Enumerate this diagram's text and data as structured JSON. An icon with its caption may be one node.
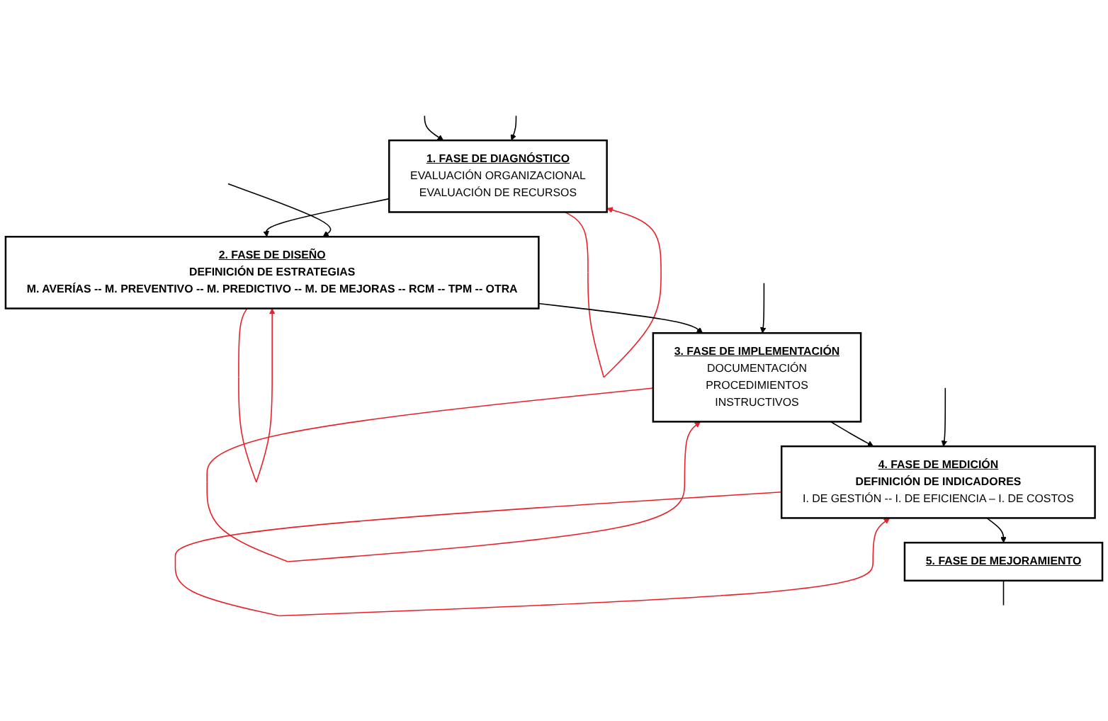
{
  "diagram": {
    "nodes": [
      {
        "text": [
          "1. FASE DE DIAGNÓSTICO",
          "EVALUACIÓN ORGANIZACIONAL",
          "EVALUACIÓN DE RECURSOS"
        ]
      },
      {
        "text": [
          "2. FASE DE DISEÑO",
          "DEFINICIÓN DE ESTRATEGIAS",
          "M. AVERÍAS -- M. PREVENTIVO -- M. PREDICTIVO -- M. DE MEJORAS -- RCM -- TPM -- OTRA"
        ]
      },
      {
        "text": [
          "3. FASE DE IMPLEMENTACIÓN",
          "DOCUMENTACIÓN",
          "PROCEDIMIENTOS",
          "INSTRUCTIVOS"
        ]
      },
      {
        "text": [
          "4. FASE DE MEDICIÓN",
          "DEFINICIÓN DE INDICADORES",
          "I. DE GESTIÓN -- I. DE EFICIENCIA – I. DE COSTOS"
        ]
      },
      {
        "text": [
          "5. FASE DE MEJORAMIENTO"
        ]
      }
    ],
    "edges": [
      {
        "from": null,
        "to": 0,
        "arrow": "to"
      },
      {
        "from": null,
        "to": 0,
        "arrow": "to"
      },
      {
        "from": 0,
        "to": 0,
        "arrow": "to",
        "color": "#e8202a"
      },
      {
        "from": 0,
        "to": 1,
        "arrow": "to"
      },
      {
        "from": null,
        "to": 1,
        "arrow": "to"
      },
      {
        "from": 1,
        "to": 1,
        "arrow": "to",
        "color": "#e8202a"
      },
      {
        "from": 1,
        "to": 2,
        "arrow": "to"
      },
      {
        "from": null,
        "to": 2,
        "arrow": "to"
      },
      {
        "from": 2,
        "to": 2,
        "arrow": "to",
        "color": "#e8202a"
      },
      {
        "from": 2,
        "to": 3,
        "arrow": "to"
      },
      {
        "from": null,
        "to": 3,
        "arrow": "to"
      },
      {
        "from": 3,
        "to": 3,
        "arrow": "to",
        "color": "#e8202a"
      },
      {
        "from": 3,
        "to": 4,
        "arrow": "to"
      },
      {
        "from": 4,
        "to": null,
        "arrow": "none"
      }
    ]
  }
}
